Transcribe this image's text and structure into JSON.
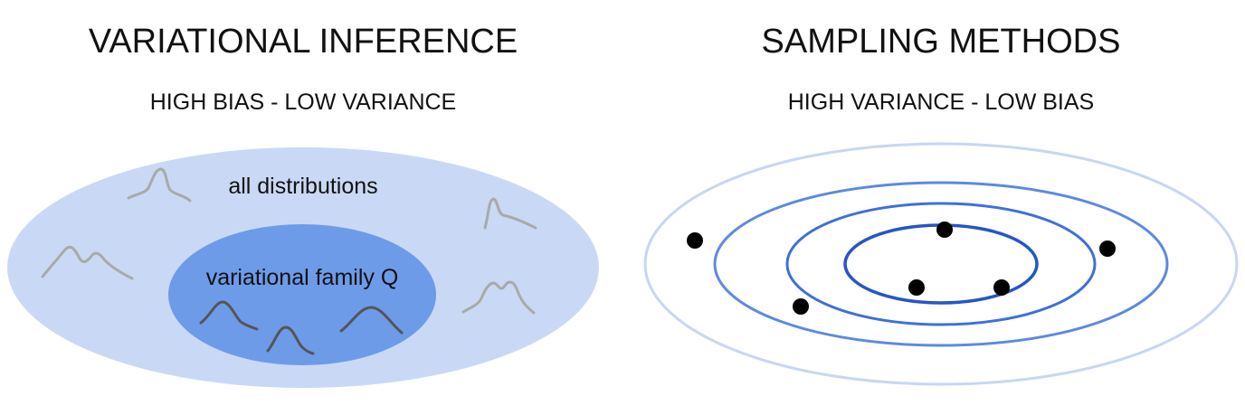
{
  "left": {
    "title": "VARIATIONAL INFERENCE",
    "subtitle": "HIGH BIAS - LOW VARIANCE",
    "outer_label": "all distributions",
    "inner_label": "variational family Q",
    "colors": {
      "outer_fill": "#c9d9f5",
      "inner_fill": "#6e9be8",
      "outer_curve": "#a9a9a9",
      "inner_curve": "#555555"
    }
  },
  "right": {
    "title": "SAMPLING METHODS",
    "subtitle": "HIGH VARIANCE - LOW BIAS",
    "colors": {
      "ring_outer": "#c7d6f3",
      "ring_2": "#5c8ae0",
      "ring_3": "#3d70d8",
      "ring_inner": "#2556c8",
      "dot": "#000000"
    }
  }
}
